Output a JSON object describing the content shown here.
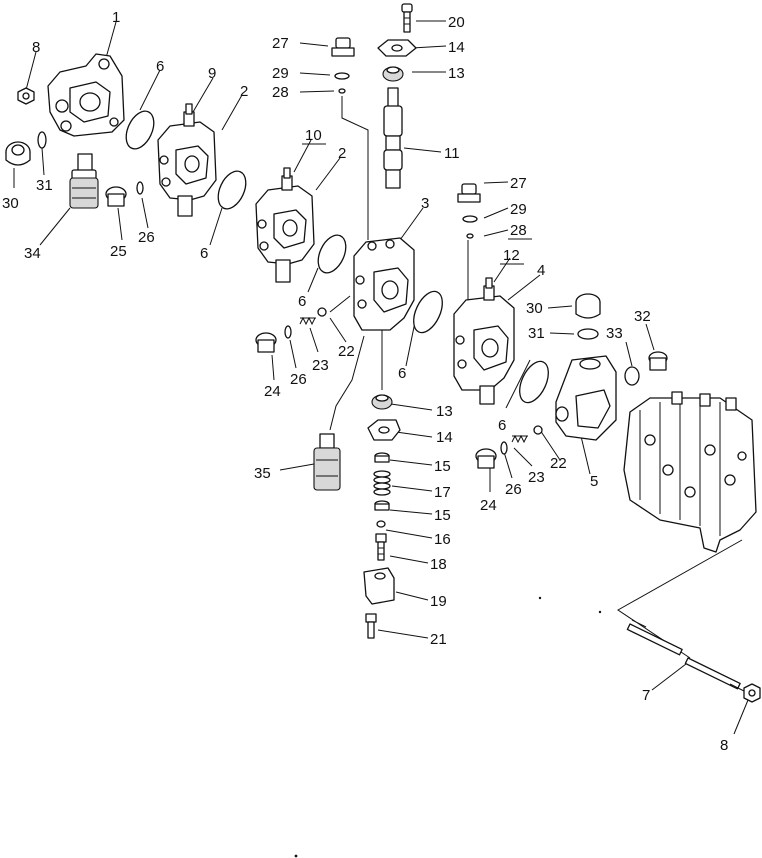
{
  "diagram": {
    "callouts": [
      {
        "id": "c1",
        "text": "1"
      },
      {
        "id": "c2a",
        "text": "2"
      },
      {
        "id": "c2b",
        "text": "2"
      },
      {
        "id": "c3",
        "text": "3"
      },
      {
        "id": "c4",
        "text": "4"
      },
      {
        "id": "c5",
        "text": "5"
      },
      {
        "id": "c6a",
        "text": "6"
      },
      {
        "id": "c6b",
        "text": "6"
      },
      {
        "id": "c6c",
        "text": "6"
      },
      {
        "id": "c6d",
        "text": "6"
      },
      {
        "id": "c6e",
        "text": "6"
      },
      {
        "id": "c7",
        "text": "7"
      },
      {
        "id": "c8a",
        "text": "8"
      },
      {
        "id": "c8b",
        "text": "8"
      },
      {
        "id": "c9",
        "text": "9"
      },
      {
        "id": "c10",
        "text": "10"
      },
      {
        "id": "c11",
        "text": "11"
      },
      {
        "id": "c12",
        "text": "12"
      },
      {
        "id": "c13a",
        "text": "13"
      },
      {
        "id": "c13b",
        "text": "13"
      },
      {
        "id": "c14a",
        "text": "14"
      },
      {
        "id": "c14b",
        "text": "14"
      },
      {
        "id": "c15a",
        "text": "15"
      },
      {
        "id": "c15b",
        "text": "15"
      },
      {
        "id": "c16",
        "text": "16"
      },
      {
        "id": "c17",
        "text": "17"
      },
      {
        "id": "c18",
        "text": "18"
      },
      {
        "id": "c19",
        "text": "19"
      },
      {
        "id": "c20",
        "text": "20"
      },
      {
        "id": "c21",
        "text": "21"
      },
      {
        "id": "c22a",
        "text": "22"
      },
      {
        "id": "c22b",
        "text": "22"
      },
      {
        "id": "c23a",
        "text": "23"
      },
      {
        "id": "c23b",
        "text": "23"
      },
      {
        "id": "c24a",
        "text": "24"
      },
      {
        "id": "c24b",
        "text": "24"
      },
      {
        "id": "c25",
        "text": "25"
      },
      {
        "id": "c26a",
        "text": "26"
      },
      {
        "id": "c26b",
        "text": "26"
      },
      {
        "id": "c26c",
        "text": "26"
      },
      {
        "id": "c27a",
        "text": "27"
      },
      {
        "id": "c27b",
        "text": "27"
      },
      {
        "id": "c28a",
        "text": "28"
      },
      {
        "id": "c28b",
        "text": "28"
      },
      {
        "id": "c29a",
        "text": "29"
      },
      {
        "id": "c29b",
        "text": "29"
      },
      {
        "id": "c30a",
        "text": "30"
      },
      {
        "id": "c30b",
        "text": "30"
      },
      {
        "id": "c31a",
        "text": "31"
      },
      {
        "id": "c31b",
        "text": "31"
      },
      {
        "id": "c32",
        "text": "32"
      },
      {
        "id": "c33",
        "text": "33"
      },
      {
        "id": "c34",
        "text": "34"
      },
      {
        "id": "c35",
        "text": "35"
      }
    ]
  }
}
